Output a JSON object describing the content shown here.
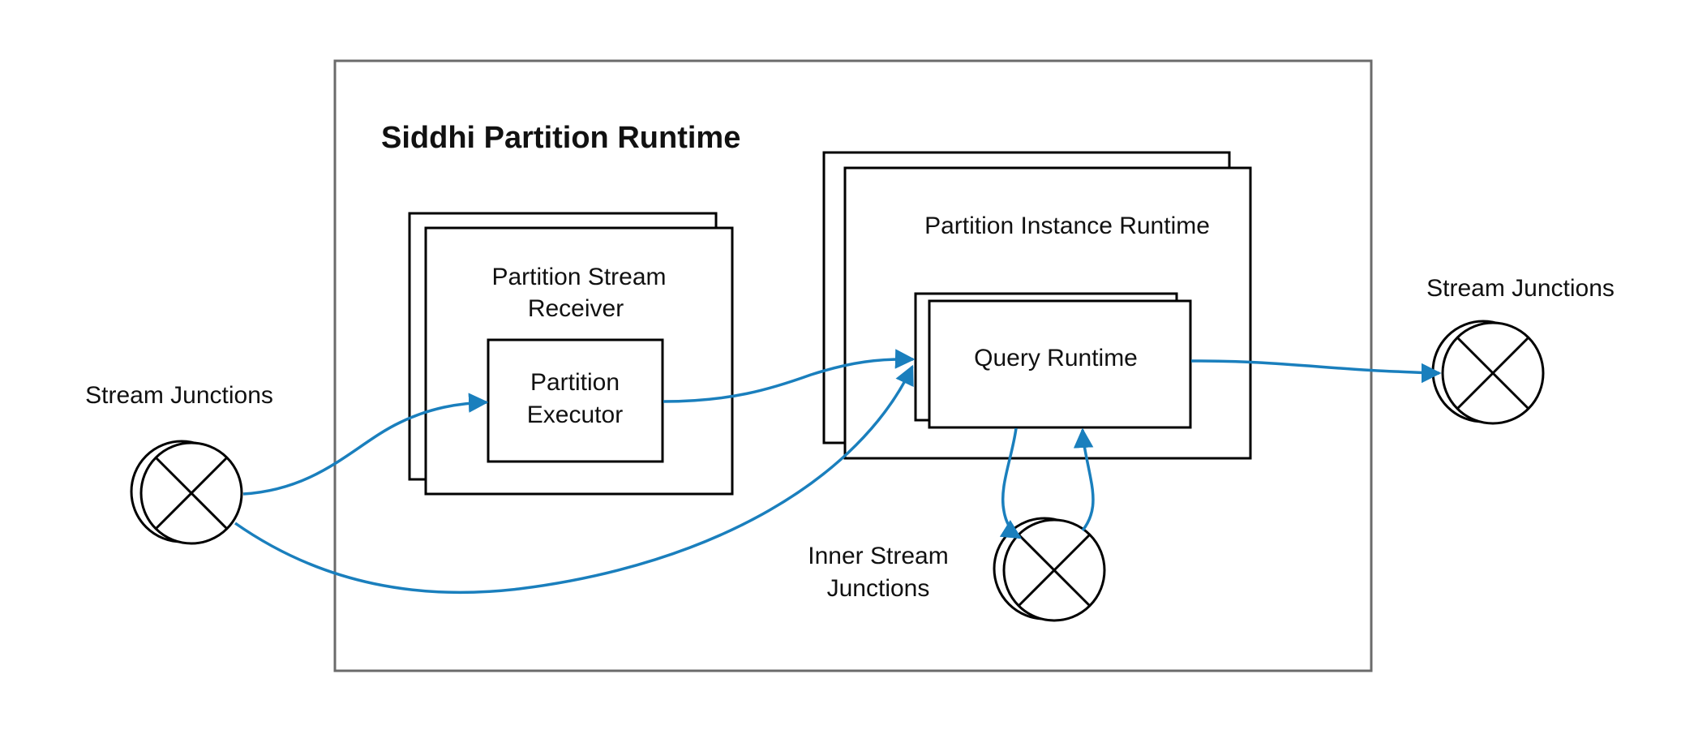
{
  "title": "Siddhi Partition Runtime",
  "labels": {
    "stream_junctions_left": "Stream Junctions",
    "stream_junctions_right": "Stream Junctions",
    "partition_stream_receiver_line1": "Partition Stream",
    "partition_stream_receiver_line2": "Receiver",
    "partition_executor_line1": "Partition",
    "partition_executor_line2": "Executor",
    "partition_instance_runtime": "Partition Instance Runtime",
    "query_runtime": "Query Runtime",
    "inner_stream_junctions_line1": "Inner Stream",
    "inner_stream_junctions_line2": "Junctions"
  },
  "colors": {
    "arrow": "#1a7fbd",
    "outer_border": "#6b6b6b",
    "stroke": "#000000"
  },
  "icons": {
    "junction": "circle-x-icon"
  }
}
